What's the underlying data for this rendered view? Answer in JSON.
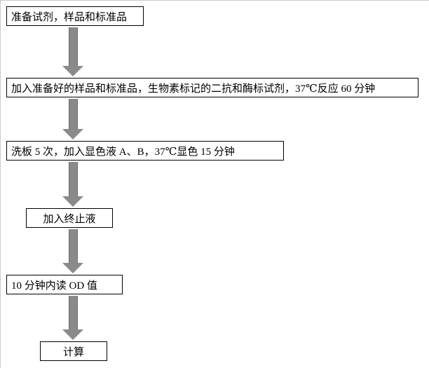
{
  "diagram": {
    "type": "flowchart",
    "direction": "top-down",
    "steps": [
      {
        "label": "准备试剂，样品和标准品"
      },
      {
        "label": "加入准备好的样品和标准品，生物素标记的二抗和酶标试剂，37℃反应 60 分钟"
      },
      {
        "label": "洗板 5 次，加入显色液 A、B，37℃显色 15 分钟"
      },
      {
        "label": "加入终止液"
      },
      {
        "label": "10 分钟内读 OD 值"
      },
      {
        "label": "计算"
      }
    ],
    "connectors": [
      {
        "from": 0,
        "to": 1,
        "shape": "block-arrow-down"
      },
      {
        "from": 1,
        "to": 2,
        "shape": "block-arrow-down"
      },
      {
        "from": 2,
        "to": 3,
        "shape": "block-arrow-down"
      },
      {
        "from": 3,
        "to": 4,
        "shape": "block-arrow-down"
      },
      {
        "from": 4,
        "to": 5,
        "shape": "block-arrow-down"
      }
    ]
  },
  "colors": {
    "arrow": "#8a8a8a",
    "box-border": "#000000",
    "bg": "#ffffff"
  }
}
